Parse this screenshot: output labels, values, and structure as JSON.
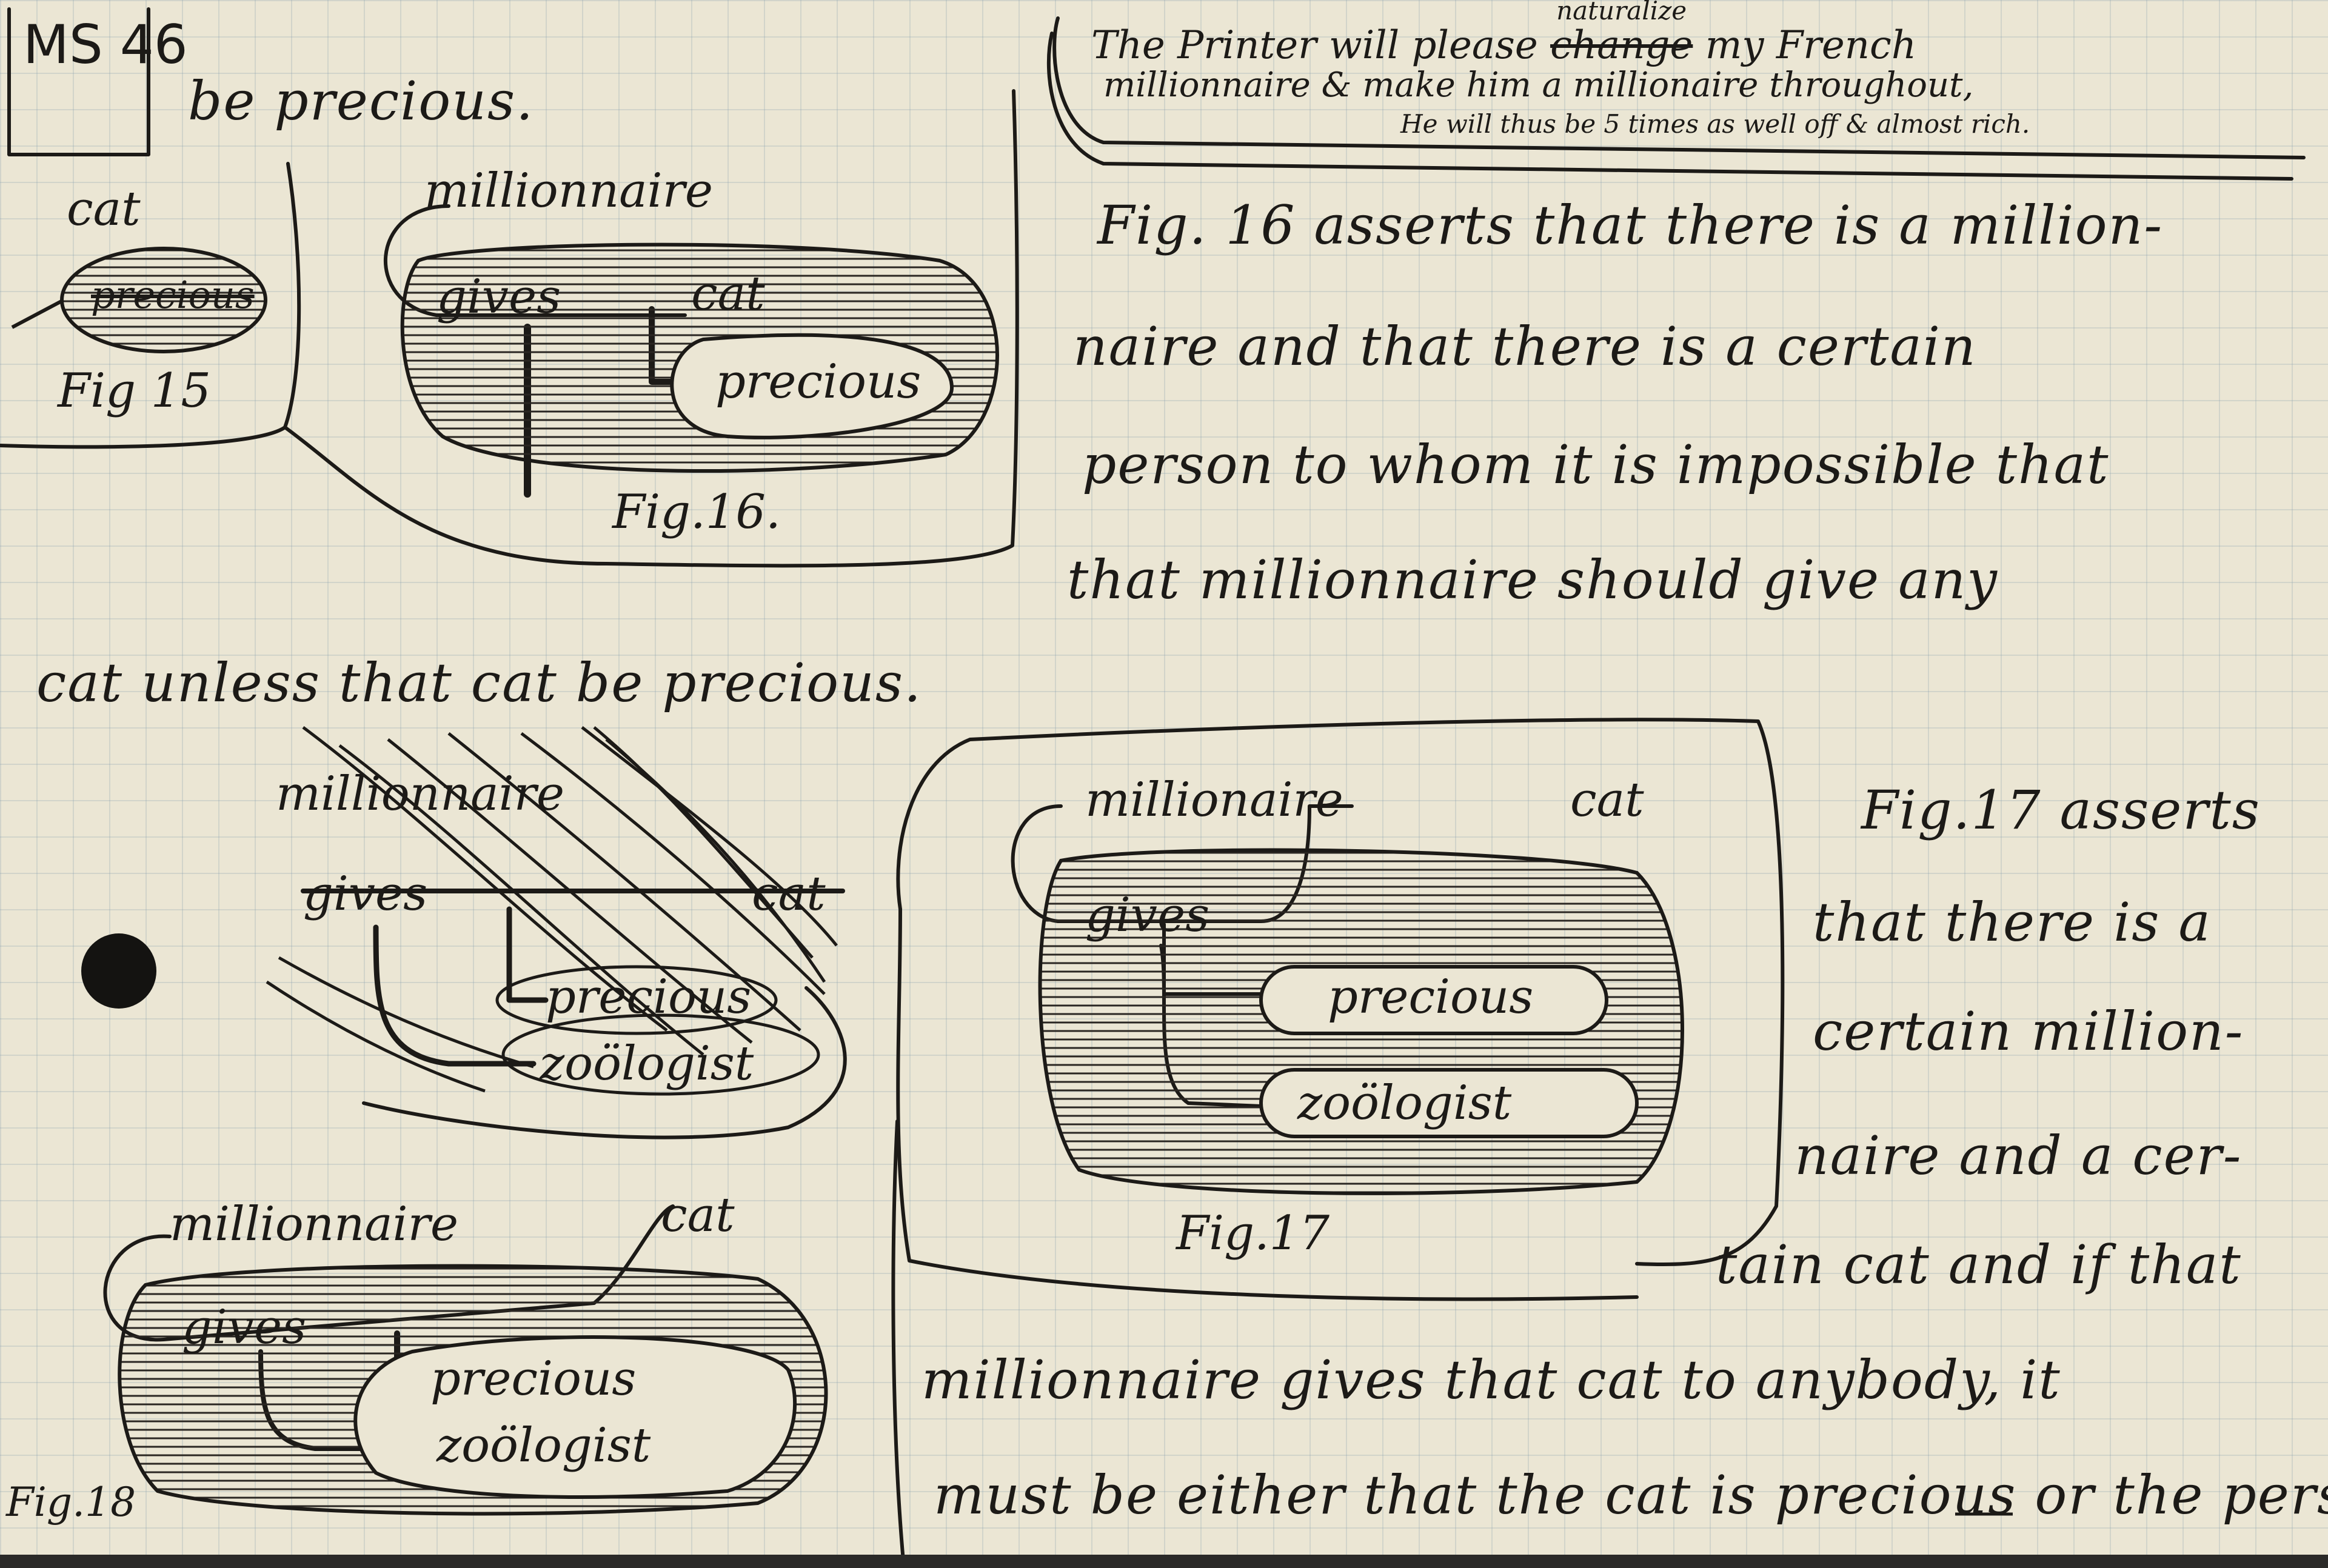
{
  "page_number": "MS 46",
  "top_fragment": "be precious.",
  "printer_note": {
    "line1_pre": "The Printer will please",
    "line1_crossed": "change",
    "line1_inserted": "naturalize",
    "line1_post": "my French",
    "line2": "millionnaire & make him a millionaire throughout,",
    "line3": "He will thus be 5 times as well off & almost rich."
  },
  "figures": [
    {
      "label": "Fig 15",
      "words": [
        "cat",
        "precious"
      ]
    },
    {
      "label": "Fig.16.",
      "words": [
        "millionnaire",
        "gives",
        "cat",
        "precious"
      ]
    },
    {
      "label": "",
      "words": [
        "millionnaire",
        "gives",
        "cat",
        "precious",
        "zoölogist"
      ]
    },
    {
      "label": "Fig.17",
      "words": [
        "millionaire",
        "cat",
        "gives",
        "precious",
        "zoölogist"
      ]
    },
    {
      "label": "Fig.18",
      "words": [
        "millionnaire",
        "cat",
        "gives",
        "precious",
        "zoölogist"
      ]
    }
  ],
  "paragraph_16": [
    "Fig. 16 asserts that there is a million-",
    "naire and that there is a certain",
    "person to whom it is impossible that",
    "that millionnaire should give any",
    "cat unless that cat be precious."
  ],
  "paragraph_17": [
    "Fig.17 asserts",
    "that there is a",
    "certain million-",
    "naire and a cer-",
    "tain cat and if that",
    "millionnaire gives that cat to anybody, it",
    "must be either that the cat is precious or the person"
  ]
}
